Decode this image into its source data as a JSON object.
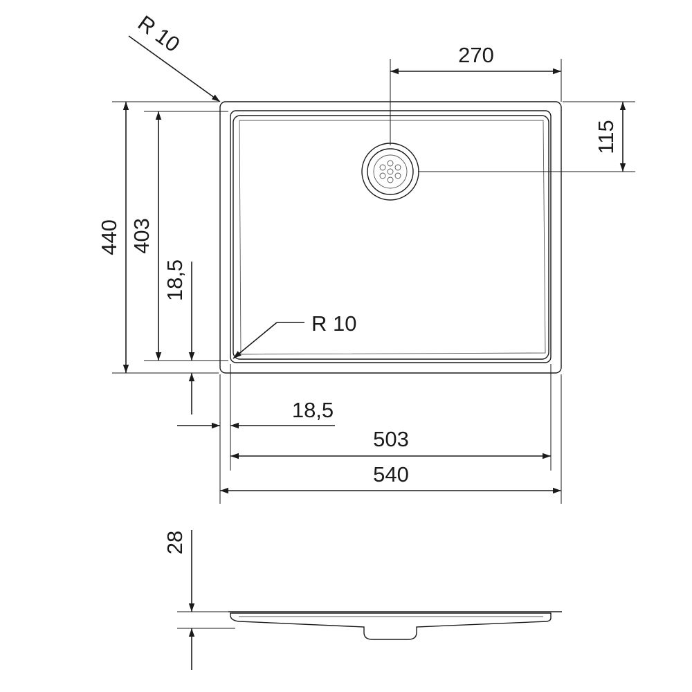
{
  "dimensions": {
    "corner_radius_outer": "R 10",
    "corner_radius_inner": "R 10",
    "drain_offset_x": "270",
    "drain_offset_y": "115",
    "outer_height": "440",
    "inner_height": "403",
    "flange_vertical": "18,5",
    "flange_horizontal": "18,5",
    "inner_width": "503",
    "outer_width": "540",
    "depth": "28"
  },
  "colors": {
    "line": "#1a1a1a",
    "background": "#ffffff"
  }
}
